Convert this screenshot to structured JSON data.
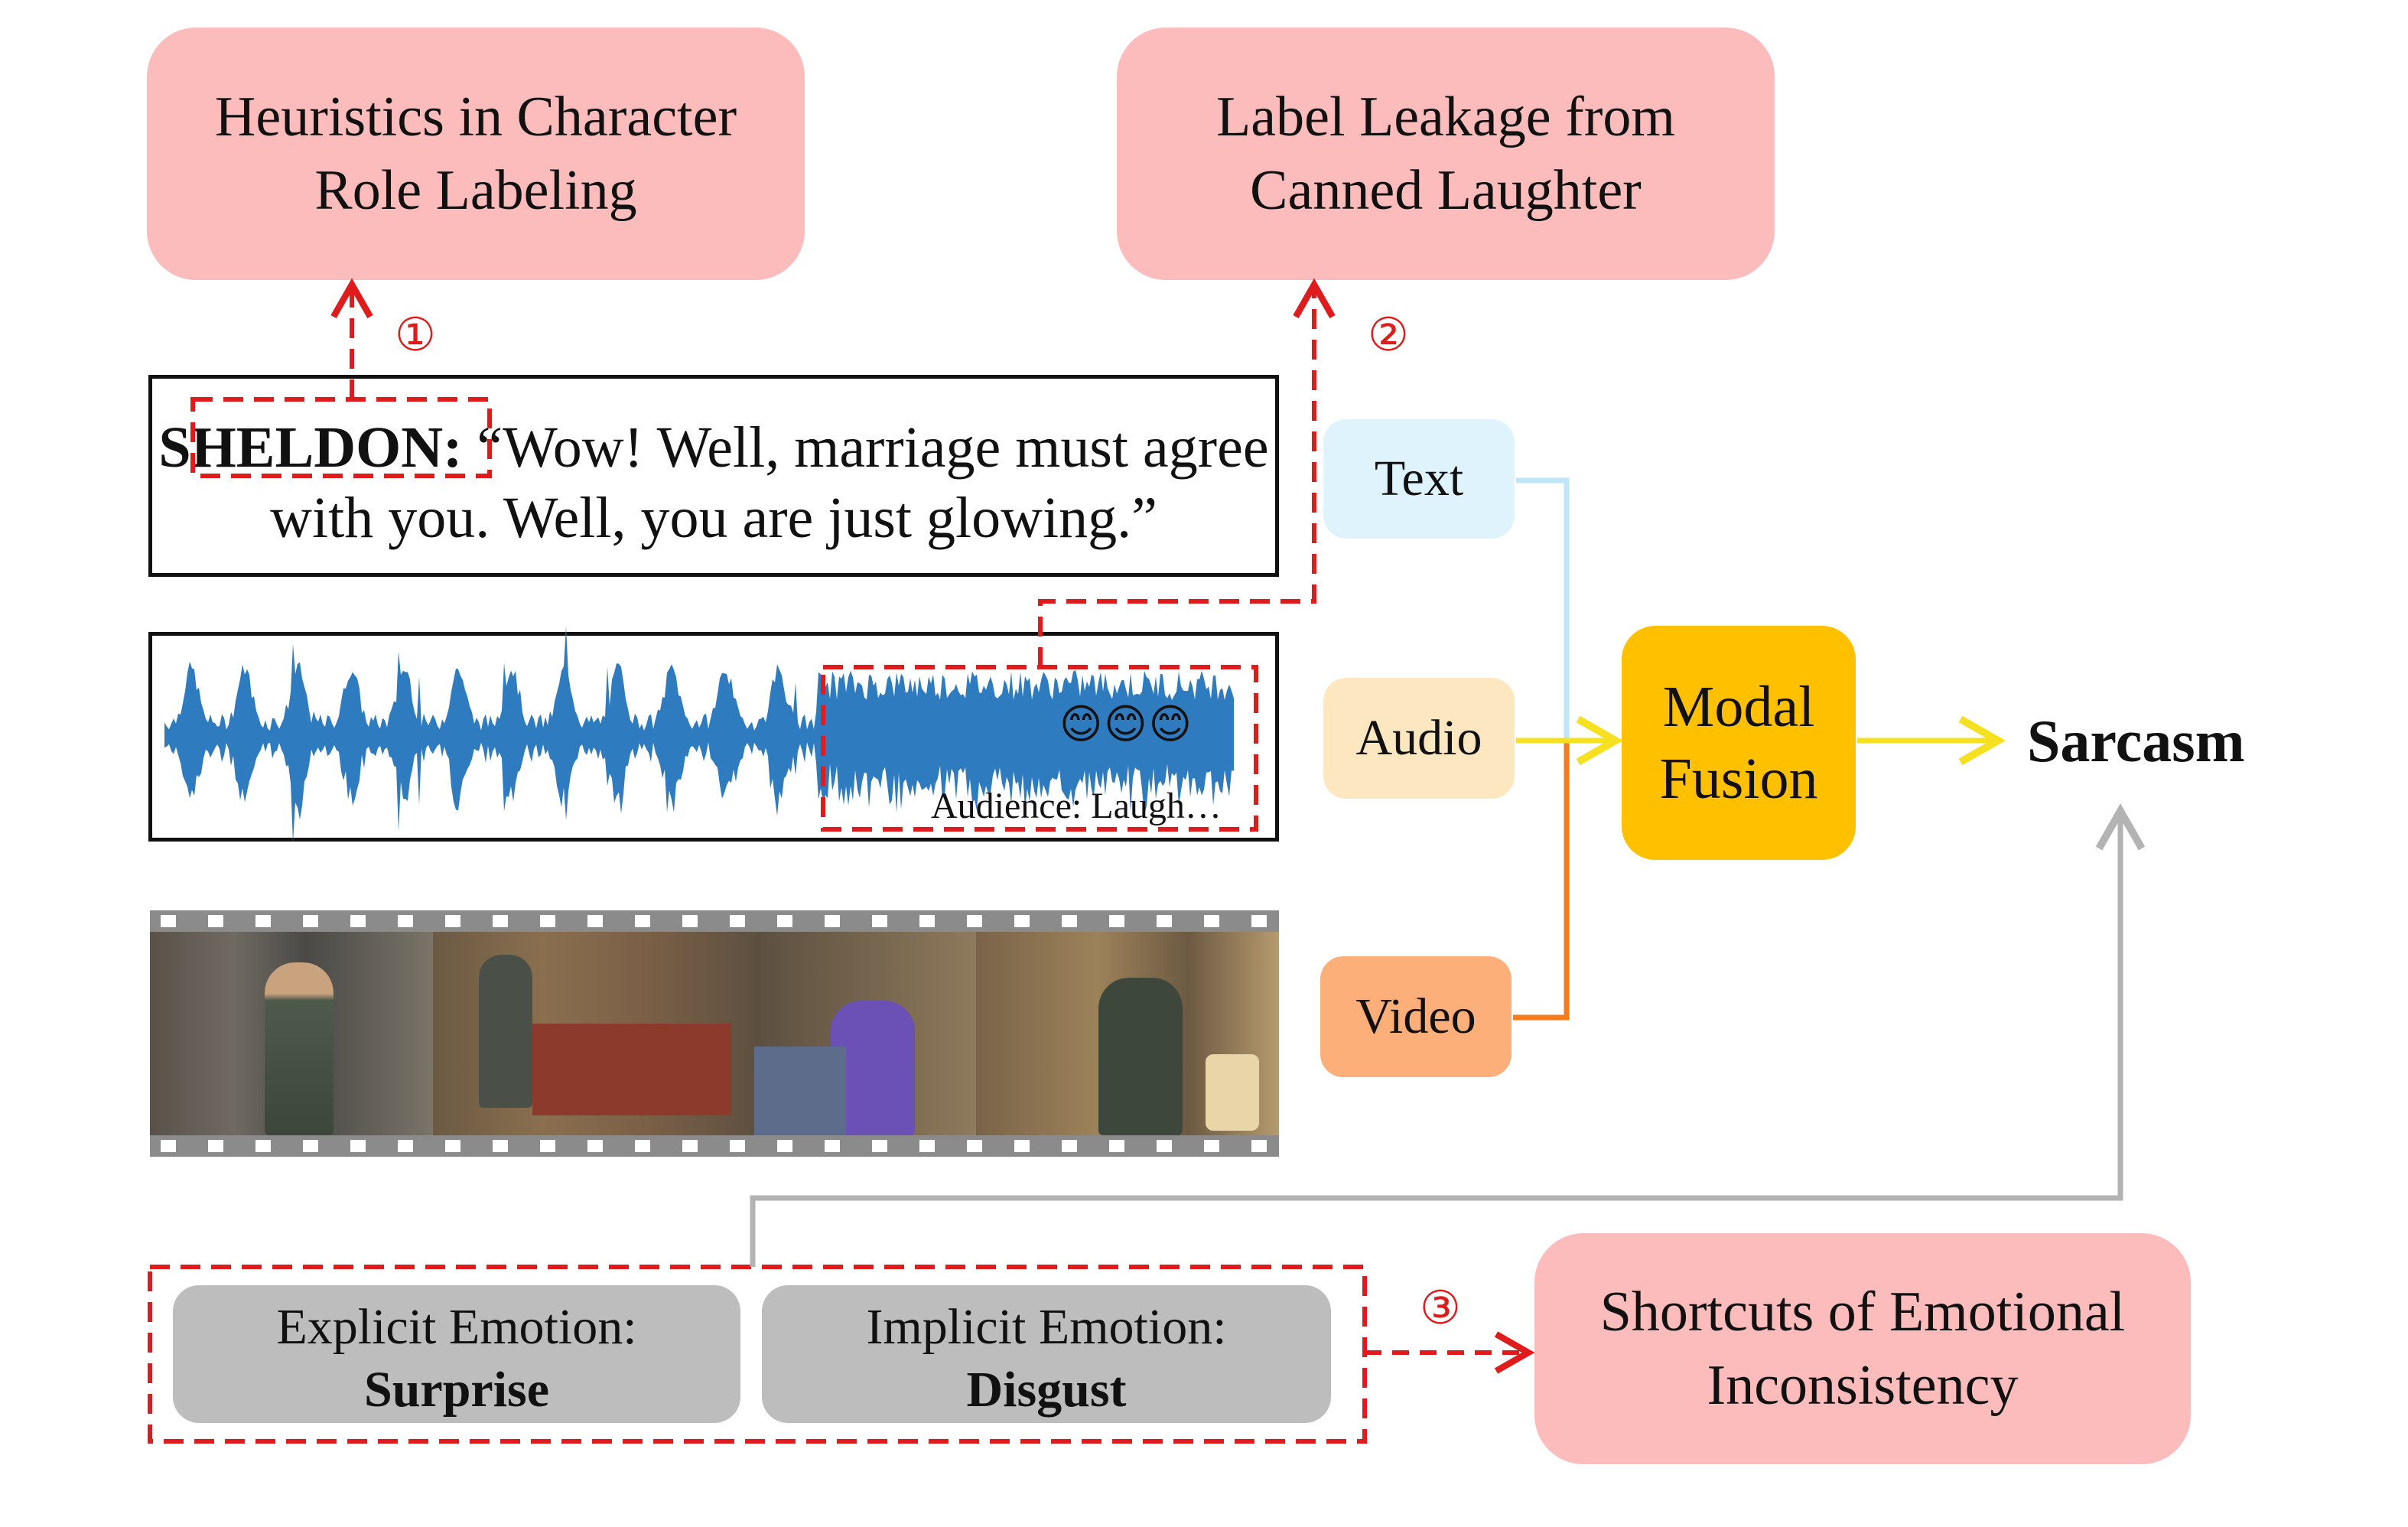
{
  "issues": {
    "role_labeling": "Heuristics in Character Role Labeling",
    "label_leakage": "Label Leakage from Canned Laughter",
    "emotional_inconsistency": "Shortcuts of Emotional Inconsistency"
  },
  "markers": {
    "m1": "①",
    "m2": "②",
    "m3": "③"
  },
  "transcript": {
    "speaker": "SHELDON",
    "colon": ":",
    "utterance": " “Wow! Well, marriage must agree with you. Well, you are just glowing.”"
  },
  "audio": {
    "caption": "Audience: Laugh…",
    "emojis": [
      "😊",
      "😊",
      "😊"
    ]
  },
  "modalities": {
    "text": "Text",
    "audio": "Audio",
    "video": "Video"
  },
  "fusion": {
    "label": "Modal Fusion"
  },
  "output": {
    "label": "Sarcasm"
  },
  "emotions": {
    "explicit_label": "Explicit Emotion:",
    "explicit_value": "Surprise",
    "implicit_label": "Implicit Emotion:",
    "implicit_value": "Disgust"
  },
  "colors": {
    "issue_bg": "#fdbcbc",
    "text_chip": "#dff3fd",
    "audio_chip": "#fde7c0",
    "video_chip": "#fdaf7a",
    "fusion_bg": "#ffc000",
    "emotion_bg": "#bdbdbd",
    "dashed_red": "#e01b1b",
    "arrow_yellow": "#f5e11f",
    "line_blue": "#bde6f7",
    "line_orange": "#f57c1c",
    "line_gray": "#b3b3b3",
    "waveform": "#2f7bbf"
  }
}
